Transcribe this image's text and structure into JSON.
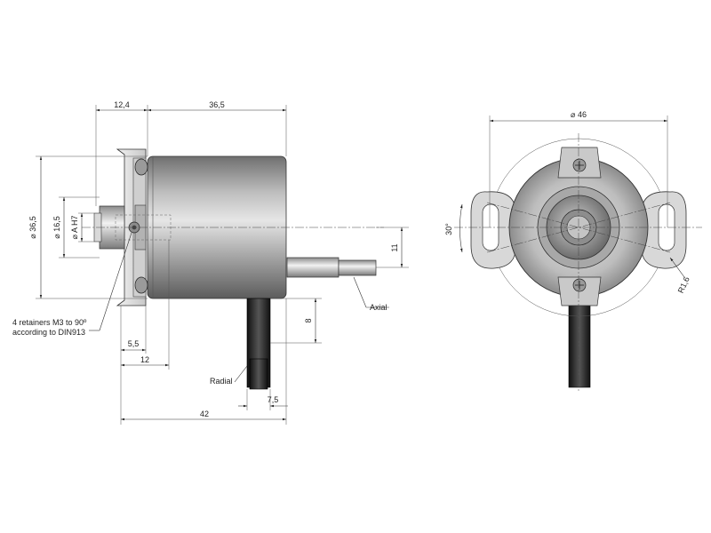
{
  "dimensions": {
    "d_12_4": "12,4",
    "d_36_5_top": "36,5",
    "d_phi_36_5": "⌀ 36,5",
    "d_phi_16_5": "⌀ 16,5",
    "d_phi_a_h7": "⌀ A H7",
    "d_11": "11",
    "d_8": "8",
    "d_5_5": "5,5",
    "d_12": "12",
    "d_7_5": "7,5",
    "d_42": "42",
    "d_phi_46": "⌀ 46",
    "d_30deg": "30°",
    "d_r1_6": "R1,6"
  },
  "labels": {
    "retainers_line1": "4 retainers M3 to 90º",
    "retainers_line2": "according to DIN913",
    "axial": "Axial",
    "radial": "Radial"
  },
  "colors": {
    "body_light": "#d9d9d9",
    "body_dark": "#8a8a8a",
    "cable": "#1a1a1a",
    "line": "#222222"
  }
}
